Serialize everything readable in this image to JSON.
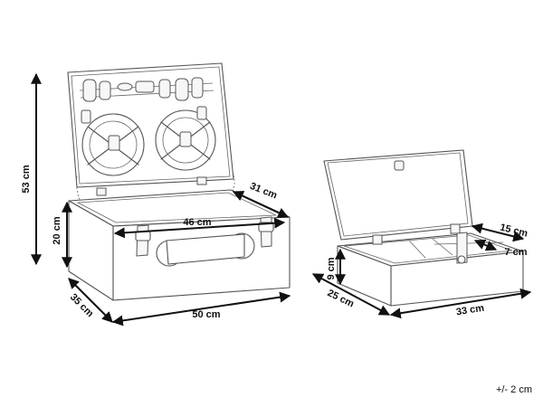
{
  "dimensions": {
    "large_basket": {
      "height_open": "53 cm",
      "height": "20 cm",
      "depth": "35 cm",
      "width": "50 cm",
      "inner_width": "46 cm",
      "inner_depth": "31 cm"
    },
    "small_box": {
      "height": "9 cm",
      "depth": "25 cm",
      "width": "33 cm",
      "compartment_large": "15 cm",
      "compartment_small": "7 cm"
    },
    "tolerance": "+/- 2 cm"
  }
}
